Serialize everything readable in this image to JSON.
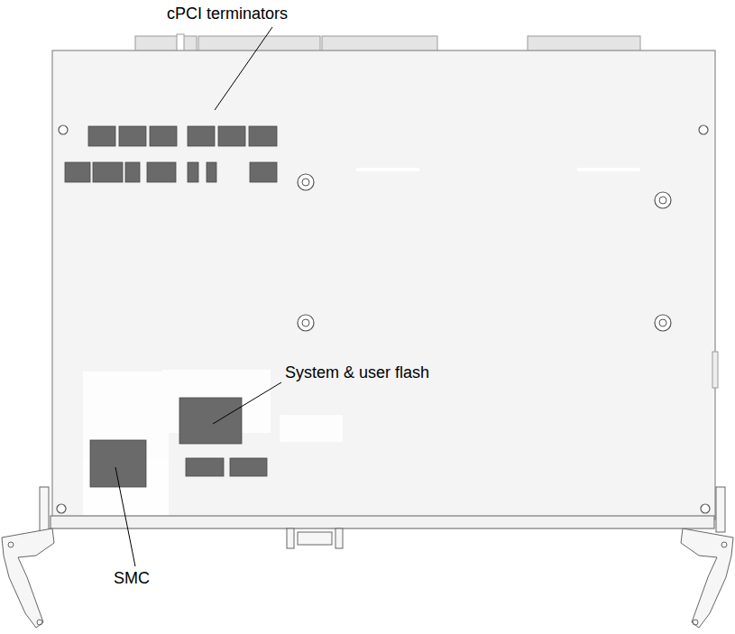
{
  "diagram": {
    "labels": [
      "cPCI terminators",
      "System & user flash",
      "SMC"
    ]
  }
}
